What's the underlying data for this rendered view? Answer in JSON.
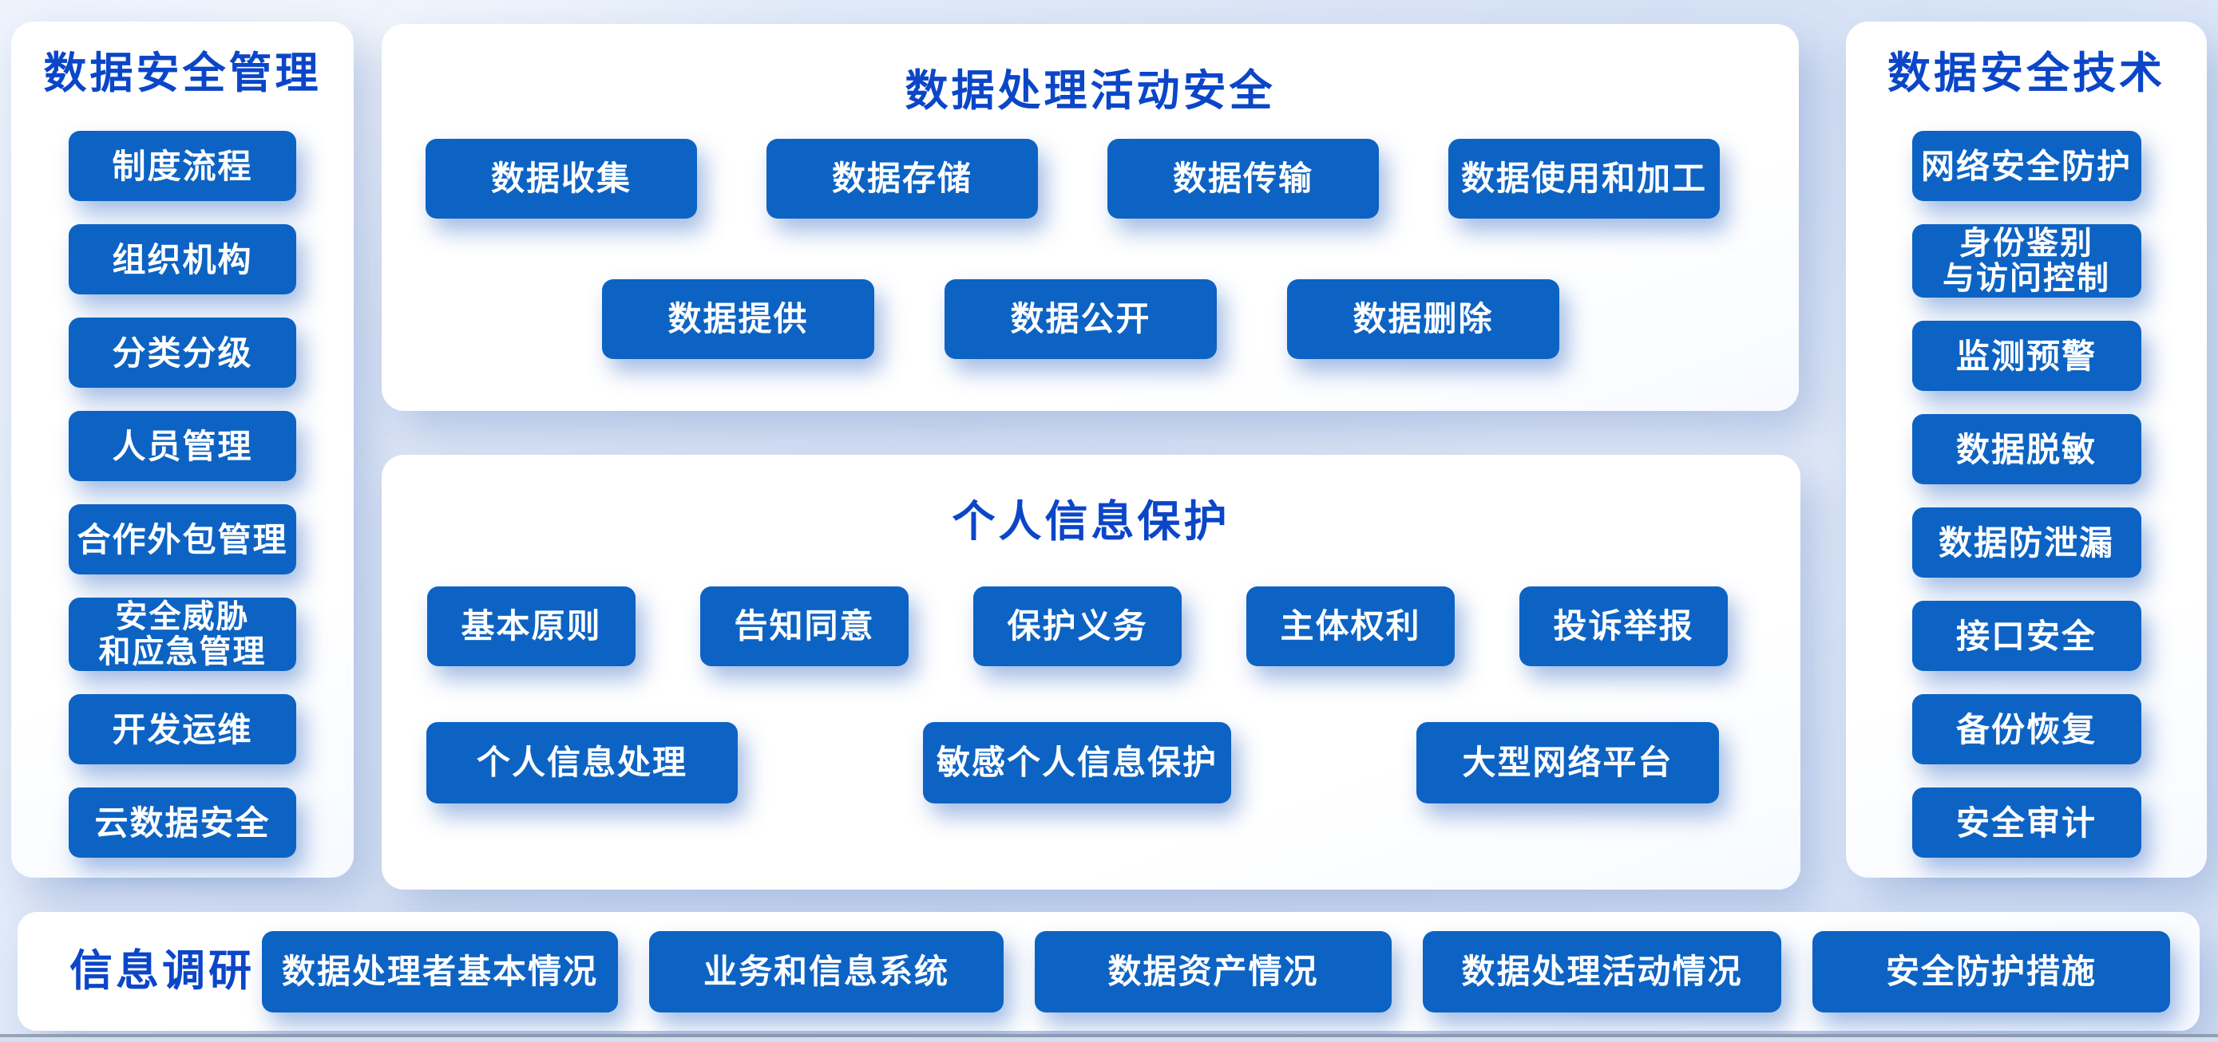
{
  "colors": {
    "button_blue": "#0d63c3",
    "title_blue": "#0b46c8",
    "background_light_blue": "#dce6f7",
    "panel_white": "#ffffff"
  },
  "left_panel": {
    "title": "数据安全管理",
    "items": [
      "制度流程",
      "组织机构",
      "分类分级",
      "人员管理",
      "合作外包管理",
      "安全威胁\n和应急管理",
      "开发运维",
      "云数据安全"
    ]
  },
  "top_panel": {
    "title": "数据处理活动安全",
    "row1": [
      "数据收集",
      "数据存储",
      "数据传输",
      "数据使用和加工"
    ],
    "row2": [
      "数据提供",
      "数据公开",
      "数据删除"
    ]
  },
  "personal_panel": {
    "title": "个人信息保护",
    "row1": [
      "基本原则",
      "告知同意",
      "保护义务",
      "主体权利",
      "投诉举报"
    ],
    "row2": [
      "个人信息处理",
      "敏感个人信息保护",
      "大型网络平台"
    ]
  },
  "right_panel": {
    "title": "数据安全技术",
    "items": [
      "网络安全防护",
      "身份鉴别\n与访问控制",
      "监测预警",
      "数据脱敏",
      "数据防泄漏",
      "接口安全",
      "备份恢复",
      "安全审计"
    ]
  },
  "bottom_bar": {
    "title": "信息调研",
    "items": [
      "数据处理者基本情况",
      "业务和信息系统",
      "数据资产情况",
      "数据处理活动情况",
      "安全防护措施"
    ]
  }
}
